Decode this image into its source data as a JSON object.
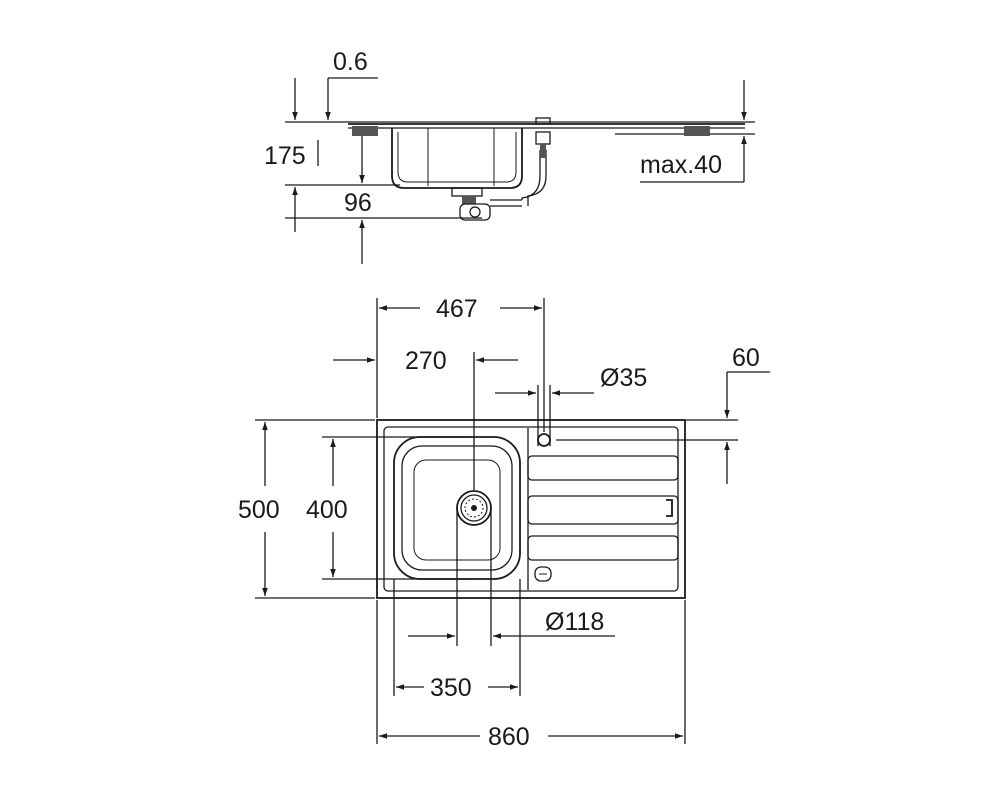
{
  "dimensions": {
    "side_view": {
      "thickness": "0.6",
      "overall_height": "175",
      "bowl_depth": "96",
      "worktop_max": "max.40"
    },
    "top_view": {
      "bowl_offset": "467",
      "drain_offset": "270",
      "tap_hole_diameter": "Ø35",
      "tap_hole_offset": "60",
      "overall_depth": "500",
      "bowl_depth": "400",
      "drain_diameter": "Ø118",
      "bowl_width": "350",
      "overall_width": "860"
    }
  },
  "colors": {
    "line": "#1a1a1a",
    "background": "#ffffff"
  }
}
